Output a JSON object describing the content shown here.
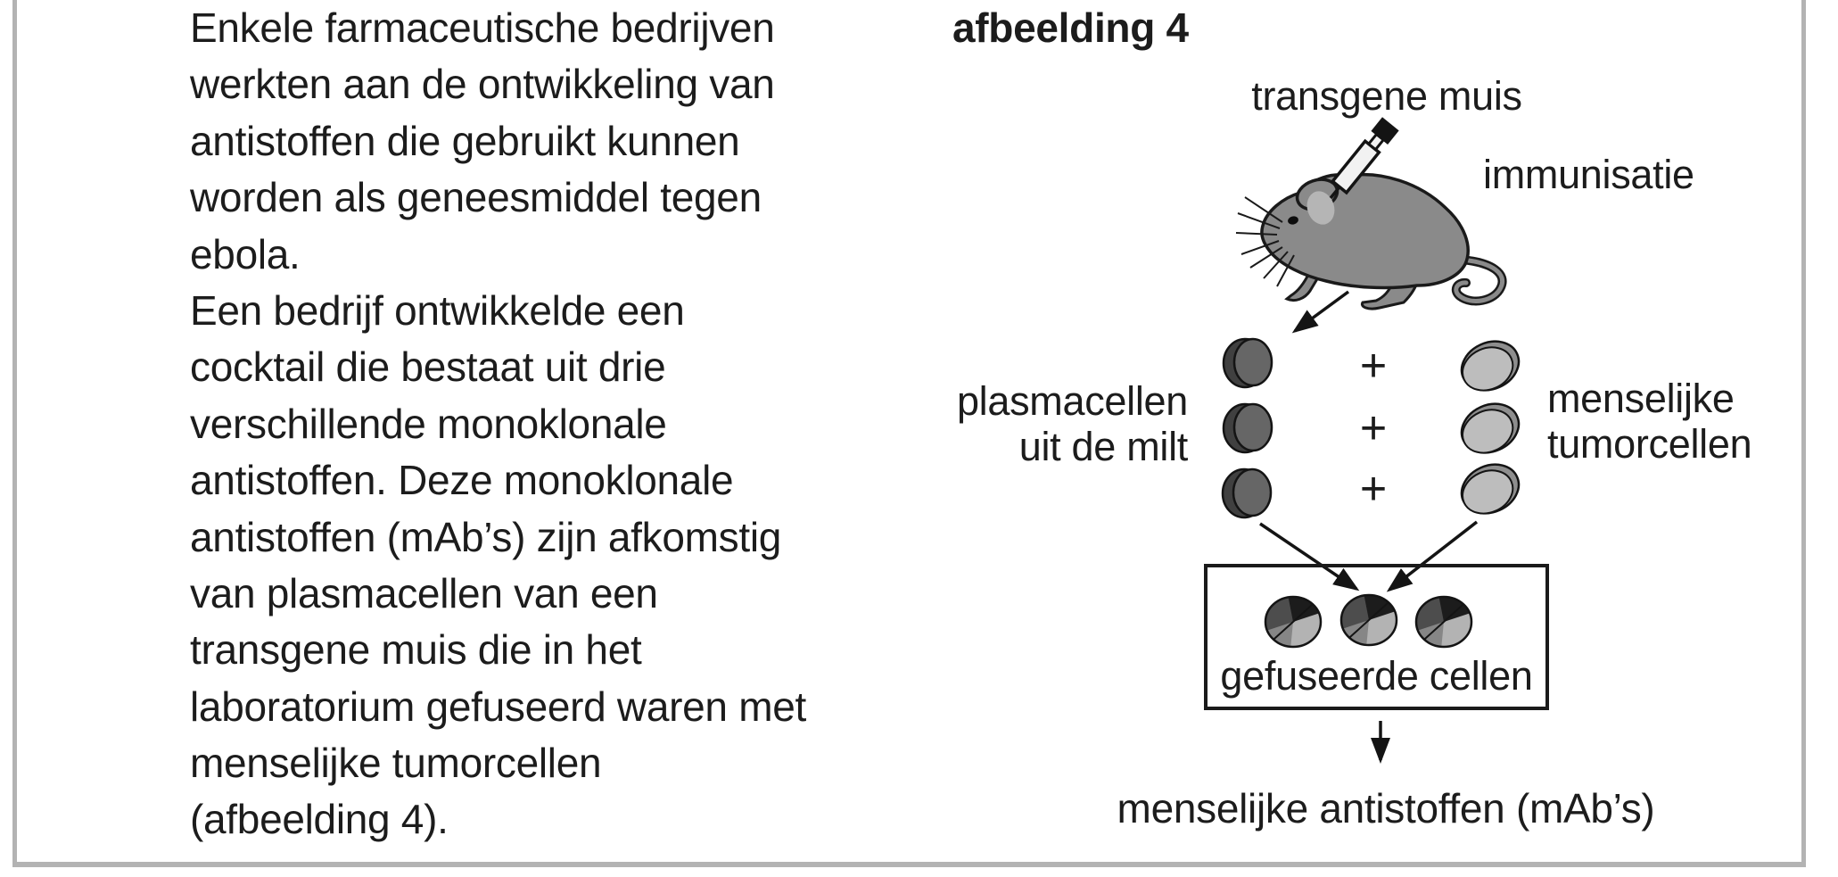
{
  "document": {
    "kind": "exam-text-with-figure",
    "language": "nl",
    "paragraph_lines": [
      "Enkele farmaceutische bedrijven",
      "werkten aan de ontwikkeling van",
      "antistoffen die gebruikt kunnen",
      "worden als geneesmiddel tegen",
      "ebola.",
      "Een bedrijf ontwikkelde een",
      "cocktail die bestaat uit drie",
      "verschillende monoklonale",
      "antistoffen. Deze monoklonale",
      "antistoffen (mAb’s) zijn afkomstig",
      "van plasmacellen van een",
      "transgene muis die in het",
      "laboratorium gefuseerd waren met",
      "menselijke tumorcellen",
      "(afbeelding 4)."
    ]
  },
  "figure": {
    "title": "afbeelding 4",
    "labels": {
      "mouse": "transgene muis",
      "immunization": "immunisatie",
      "plasma_line1": "plasmacellen",
      "plasma_line2": "uit de milt",
      "tumor_line1": "menselijke",
      "tumor_line2": "tumorcellen",
      "plus": "+",
      "fused_cells": "gefuseerde cellen",
      "output": "menselijke antistoffen (mAb’s)"
    },
    "icons": [
      "mouse-illustration",
      "syringe-icon",
      "plasma-cell-icon",
      "tumor-cell-icon",
      "fused-cell-icon",
      "arrow-icon"
    ],
    "colors": {
      "text": "#1c1c1c",
      "frame_border": "#b3b3b3",
      "mouse_body": "#8a8a8a",
      "mouse_ear_inner": "#b5b5b5",
      "syringe_barrel": "#f2f2f2",
      "plasma_cell": "#666666",
      "plasma_cell_shadow": "#404040",
      "tumor_cell": "#bdbdbd",
      "tumor_cell_shadow": "#8e8e8e",
      "fused_cell_dark": "#4d4d4d",
      "fused_cell_light": "#b3b3b3",
      "fused_cell_black": "#1c1c1c",
      "fused_cell_mid": "#868686",
      "outline": "#141414"
    }
  }
}
